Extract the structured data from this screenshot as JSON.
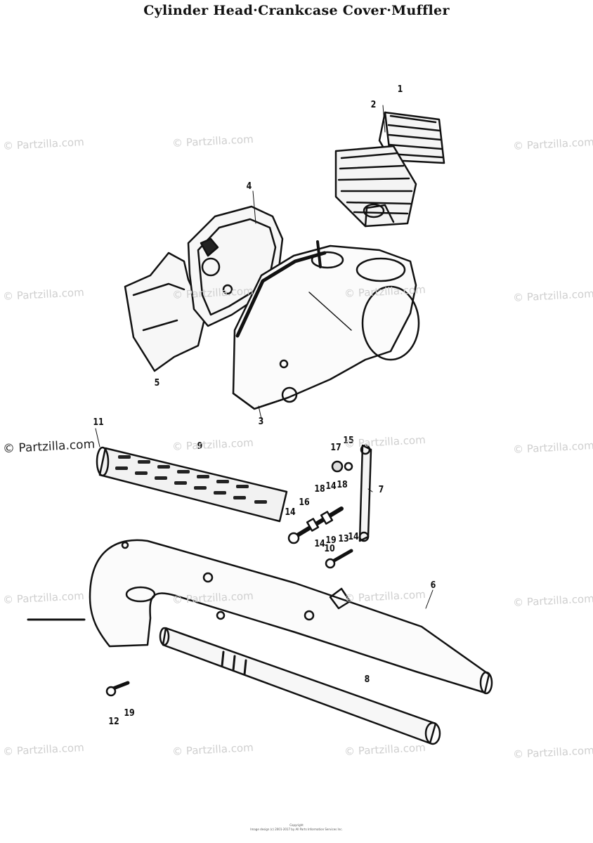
{
  "title": "Cylinder Head·Crankcase Cover·Muffler",
  "watermark": "© Partzilla.com",
  "callouts": [
    {
      "id": "c1",
      "text": "1"
    },
    {
      "id": "c2",
      "text": "2"
    },
    {
      "id": "c4",
      "text": "4"
    },
    {
      "id": "c5",
      "text": "5"
    },
    {
      "id": "c3",
      "text": "3"
    },
    {
      "id": "c11",
      "text": "11"
    },
    {
      "id": "c9",
      "text": "9"
    },
    {
      "id": "c17",
      "text": "17"
    },
    {
      "id": "c15",
      "text": "15"
    },
    {
      "id": "c18a",
      "text": "18"
    },
    {
      "id": "c14a",
      "text": "14"
    },
    {
      "id": "c18b",
      "text": "18"
    },
    {
      "id": "c16",
      "text": "16"
    },
    {
      "id": "c14b",
      "text": "14"
    },
    {
      "id": "c7",
      "text": "7"
    },
    {
      "id": "c14c",
      "text": "14"
    },
    {
      "id": "c19a",
      "text": "19"
    },
    {
      "id": "c13",
      "text": "13"
    },
    {
      "id": "c14d",
      "text": "14"
    },
    {
      "id": "c10",
      "text": "10"
    },
    {
      "id": "c6a",
      "text": "6"
    },
    {
      "id": "c8",
      "text": "8"
    },
    {
      "id": "c12",
      "text": "12"
    },
    {
      "id": "c19b",
      "text": "19"
    }
  ],
  "footer": {
    "line1": "Copyright",
    "line2": "Image design (c) 2001-2017 by All Parts Information Services Inc."
  },
  "colors": {
    "ink": "#111111",
    "watermark": "#cfcfcf"
  }
}
